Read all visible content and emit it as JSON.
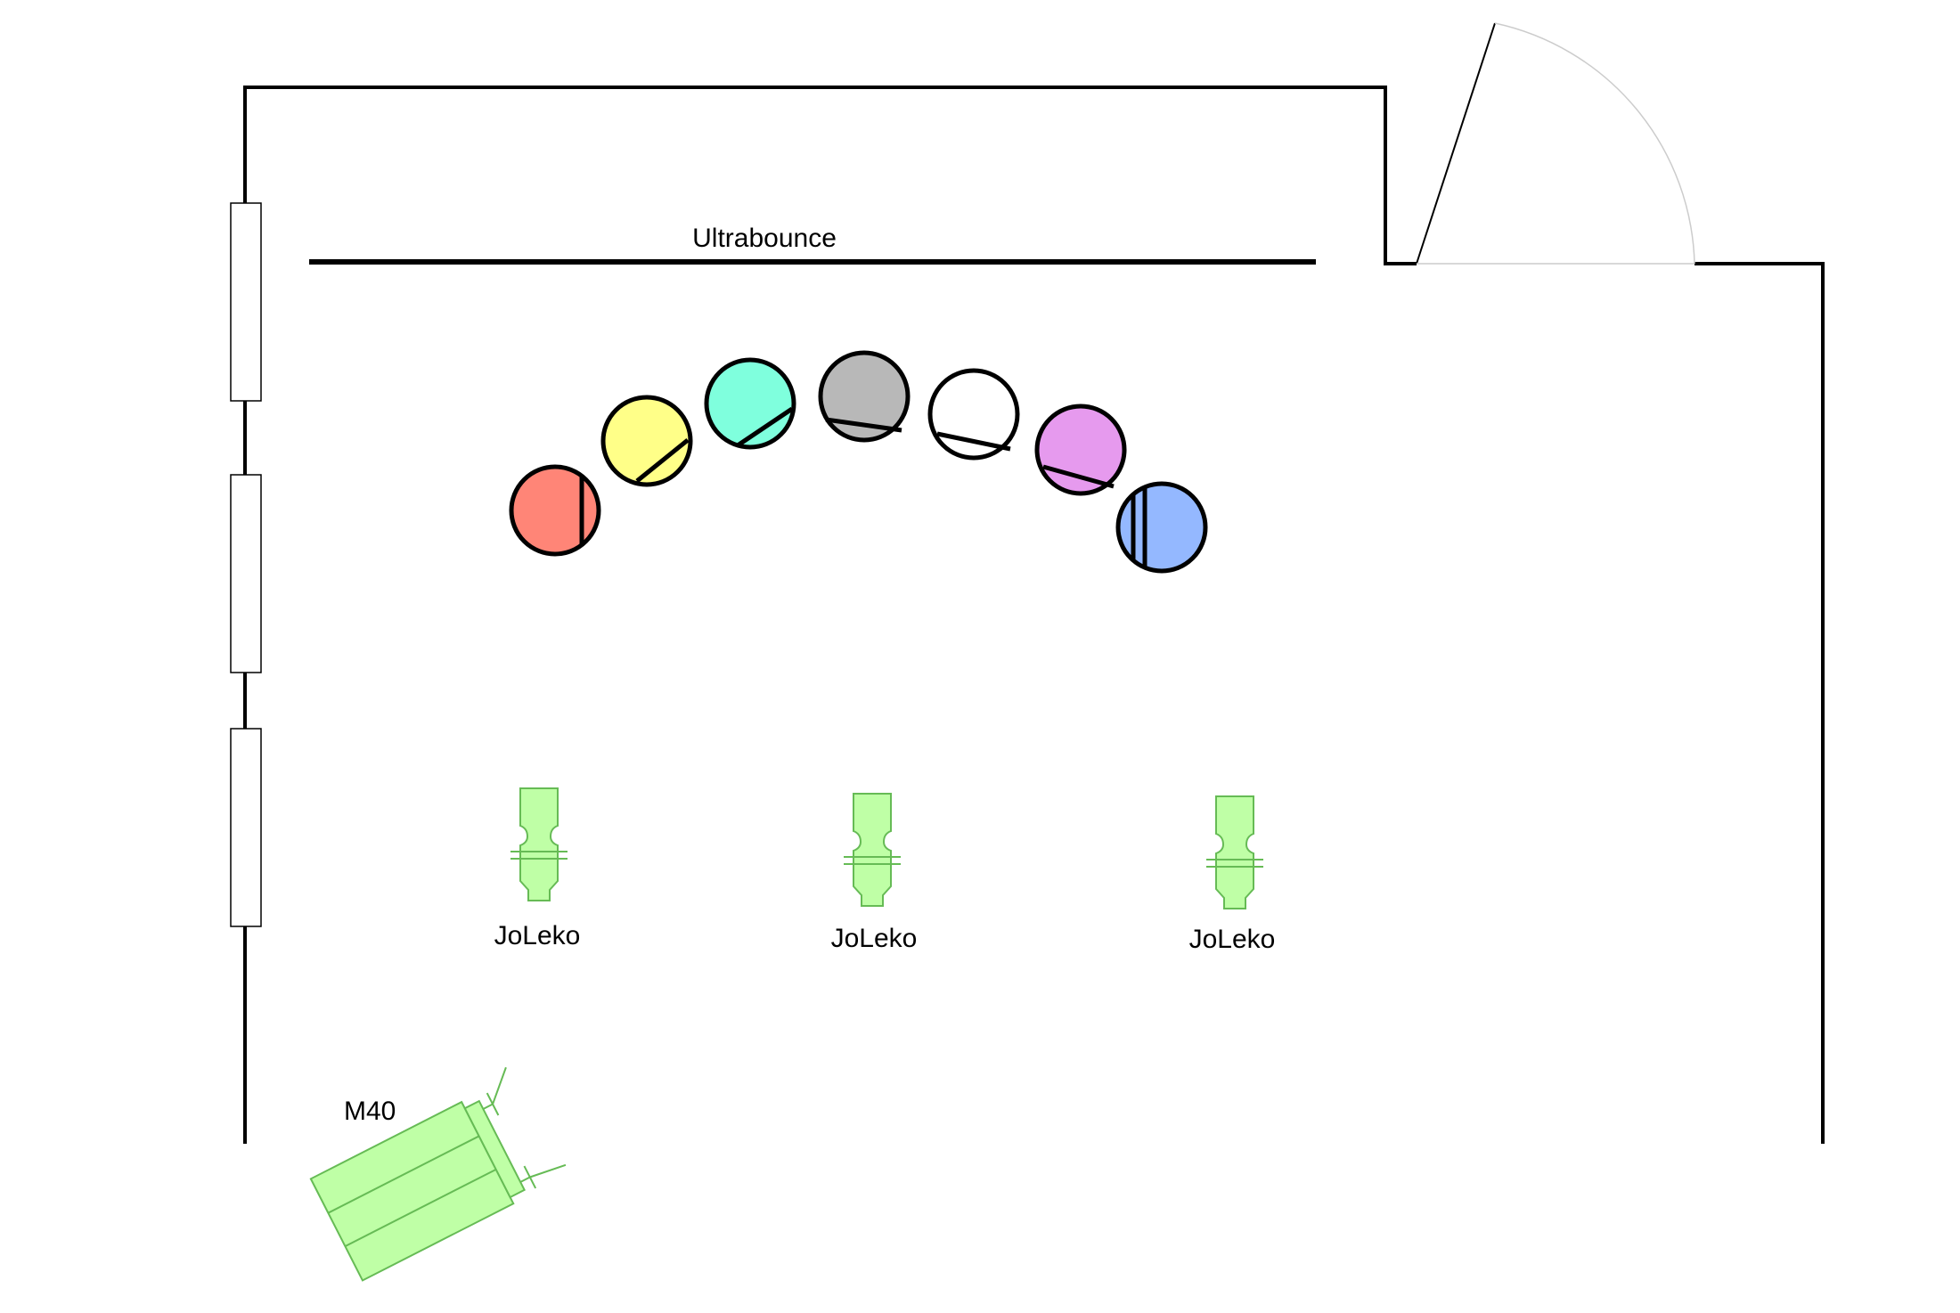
{
  "labels": {
    "bounce": "Ultrabounce",
    "leko_1": "JoLeko",
    "leko_2": "JoLeko",
    "leko_3": "JoLeko",
    "m40": "M40"
  },
  "colors": {
    "wall": "#000000",
    "fixture_fill": "#bfffa6",
    "fixture_stroke": "#66bb55",
    "door_arc": "#cccccc",
    "backdrops": [
      "#ff8577",
      "#ffff88",
      "#7fffdd",
      "#b8b8b8",
      "#ffffff",
      "#e69aee",
      "#94b8ff"
    ]
  },
  "backdrop_rolls": [
    {
      "name": "red-backdrop-roll",
      "color_index": 0
    },
    {
      "name": "yellow-backdrop-roll",
      "color_index": 1
    },
    {
      "name": "aqua-backdrop-roll",
      "color_index": 2
    },
    {
      "name": "grey-backdrop-roll",
      "color_index": 3
    },
    {
      "name": "white-backdrop-roll",
      "color_index": 4
    },
    {
      "name": "violet-backdrop-roll",
      "color_index": 5
    },
    {
      "name": "blue-backdrop-roll",
      "color_index": 6
    }
  ]
}
